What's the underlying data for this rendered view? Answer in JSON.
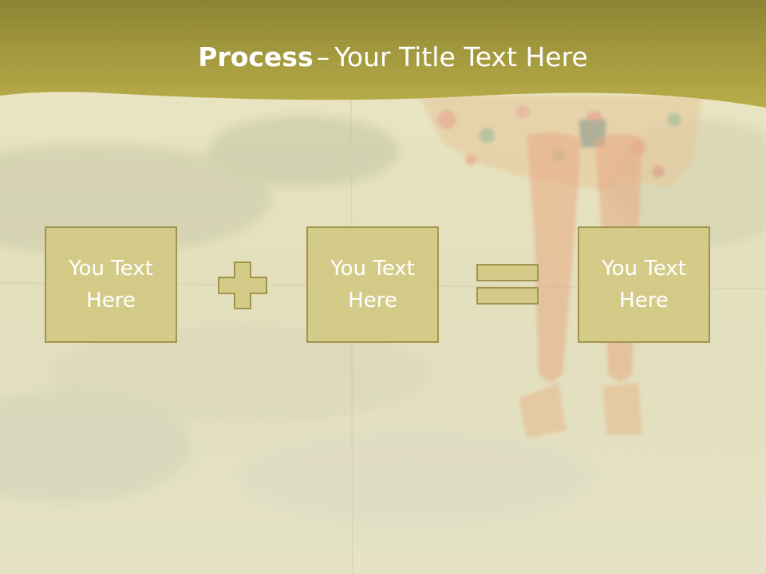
{
  "title": {
    "bold": "Process",
    "separator": "–",
    "rest": "Your Title Text Here"
  },
  "boxes": [
    {
      "text": "You Text Here"
    },
    {
      "text": "You Text Here"
    },
    {
      "text": "You Text Here"
    }
  ],
  "operators": [
    "plus",
    "equals"
  ],
  "colors": {
    "header": "#b0a640",
    "box_fill": "#d4cb88",
    "box_border": "#a1954e",
    "text": "#ffffff"
  },
  "icons": [
    "plus-icon",
    "equals-icon"
  ]
}
